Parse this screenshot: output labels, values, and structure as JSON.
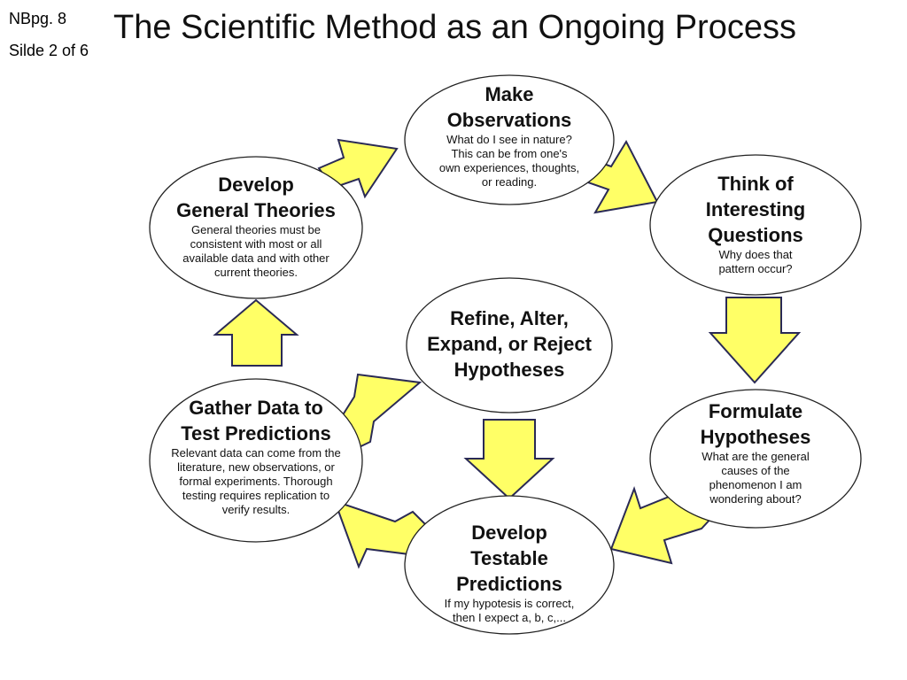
{
  "corner": {
    "nbpg": "NBpg. 8",
    "slide_counter": "Silde 2 of 6"
  },
  "title": "The Scientific Method as an Ongoing Process",
  "colors": {
    "arrow_fill": "#ffff66",
    "arrow_stroke": "#2a2a55",
    "ellipse_stroke": "#222222"
  },
  "nodes": {
    "observations": {
      "heading": "Make\nObservations",
      "body": "What do I see in nature?\nThis can be from one's\nown experiences, thoughts,\nor reading."
    },
    "questions": {
      "heading": "Think of\nInteresting\nQuestions",
      "body": "Why does that\npattern occur?"
    },
    "hypotheses": {
      "heading": "Formulate\nHypotheses",
      "body": "What are the general\ncauses of the\nphenomenon I am\nwondering about?"
    },
    "predictions": {
      "heading": "Develop\nTestable\nPredictions",
      "body": "If my hypotesis is correct,\nthen I expect a, b, c,..."
    },
    "gather": {
      "heading": "Gather Data to\nTest Predictions",
      "body": "Relevant data can come from the\nliterature, new observations, or\nformal experiments.  Thorough\ntesting requires replication to\nverify results."
    },
    "theories": {
      "heading": "Develop\nGeneral Theories",
      "body": "General theories must be\nconsistent with most or all\navailable data and with other\ncurrent theories."
    },
    "refine": {
      "heading": "Refine, Alter,\nExpand, or Reject\nHypotheses",
      "body": ""
    }
  }
}
